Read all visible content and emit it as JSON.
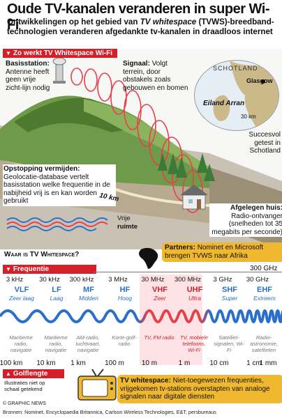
{
  "title": "Oude TV-kanalen veranderen in super Wi-Fi",
  "subtitle": {
    "line1_prefix": "Ontwikkelingen op het gebied van ",
    "line1_italic": "TV whitespace",
    "line1_suffix": " (TVWS)-breedband-",
    "line2": "technologien veranderen afgedankte tv-kanalen in draadloos internet"
  },
  "how_it_works": {
    "header": "Zo werkt TV Whitespace Wi-Fi"
  },
  "basestation": {
    "title": "Basisstation:",
    "text": "Antenne heeft geen vrije zicht-lijn nodig"
  },
  "signal": {
    "title": "Signaal:",
    "text": "Volgt terrein, door obstakels zoals gebouwen en bomen"
  },
  "map": {
    "region": "SCHOTLAND",
    "city": "Glasgow",
    "island": "Eiland Arran",
    "scale": "30 km"
  },
  "success": {
    "text": "Succesvol getest in Schotland"
  },
  "congestion": {
    "title": "Opstopping vermijden:",
    "text": "Geolocatie-database vertelt basisstation welke frequentie in de nabijheid vrij is en kan worden gebruikt"
  },
  "distance": "10 km",
  "free_space": {
    "line1": "Vrije",
    "line2": "ruimte"
  },
  "remote_house": {
    "title": "Afgelegen huis:",
    "text": "Radio-ontvanger (snelheden tot 35 megabits per seconde)"
  },
  "what_is": {
    "header": "Waar is TV Whitespace?"
  },
  "partners": {
    "title": "Partners:",
    "text": "Nominet en Microsoft brengen TVWS naar Afrika"
  },
  "frequency": {
    "header": "Frequentie",
    "top_right": "300 GHz"
  },
  "bands": [
    {
      "freq": "3 kHz",
      "abbr": "VLF",
      "name": "Zeer laag",
      "use": "Maritieme radio, navigatie",
      "wavelength": "100 km"
    },
    {
      "freq": "30 kHz",
      "abbr": "LF",
      "name": "Laag",
      "use": "Maritieme radio, navigatie",
      "wavelength": "10 km"
    },
    {
      "freq": "300 kHz",
      "abbr": "MF",
      "name": "Midden",
      "use": "AM-radio, luchtvaart, navigatie",
      "wavelength": "1 km"
    },
    {
      "freq": "3 MHz",
      "abbr": "HF",
      "name": "Hoog",
      "use": "Korte-golf-radio",
      "wavelength": "100 m"
    },
    {
      "freq": "30 MHz",
      "abbr": "VHF",
      "name": "Zeer",
      "use": "TV, FM radio",
      "wavelength": "10 m"
    },
    {
      "freq": "300 MHz",
      "abbr": "UHF",
      "name": "Ultra",
      "use": "TV, mobiele telefoons, Wi-Fi",
      "wavelength": "1 m"
    },
    {
      "freq": "3 GHz",
      "abbr": "SHF",
      "name": "Super",
      "use": "Satelliet-signalen, Wi-Fi",
      "wavelength": "10 cm"
    },
    {
      "freq": "30 GHz",
      "abbr": "EHF",
      "name": "Extreem",
      "use": "Radio-astronomie, satellieten",
      "wavelength": "1 cm"
    }
  ],
  "last_wavelength": "1 mm",
  "wavelength": {
    "header": "Golflengte"
  },
  "note": "Illustraties niet op schaal getekend",
  "tv_whitespace": {
    "title": "TV whitespace:",
    "text": "Niet-toegewezen frequenties, vrijgekomen tv-stations overstapten van analoge signalen naar digitale diensten"
  },
  "copyright": "© GRAPHIC NEWS",
  "sources": "Bronnen: Nominet, Encyclopaedia Britannica, Carlson Wireless Technologies, E&T, persbureaus",
  "colors": {
    "accent_red": "#d5202a",
    "wave_blue": "#2a6fc9",
    "highlight_red": "#e8404a",
    "terrain_green": "#6f9a4a",
    "dark": "#222222"
  }
}
